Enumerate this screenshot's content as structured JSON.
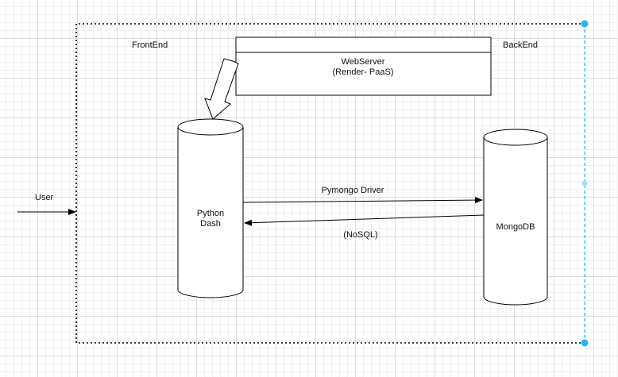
{
  "labels": {
    "frontend": "FrontEnd",
    "backend": "BackEnd",
    "webserver_line1": "WebServer",
    "webserver_line2": "(Render- PaaS)",
    "python_line1": "Python",
    "python_line2": "Dash",
    "mongodb": "MongoDB",
    "driver": "Pymongo Driver",
    "nosql": "(NoSQL)",
    "user": "User"
  },
  "colors": {
    "stroke": "#000000",
    "selection": "#29b6f2",
    "grid_major": "#dddddd",
    "grid_minor": "#efefef"
  }
}
